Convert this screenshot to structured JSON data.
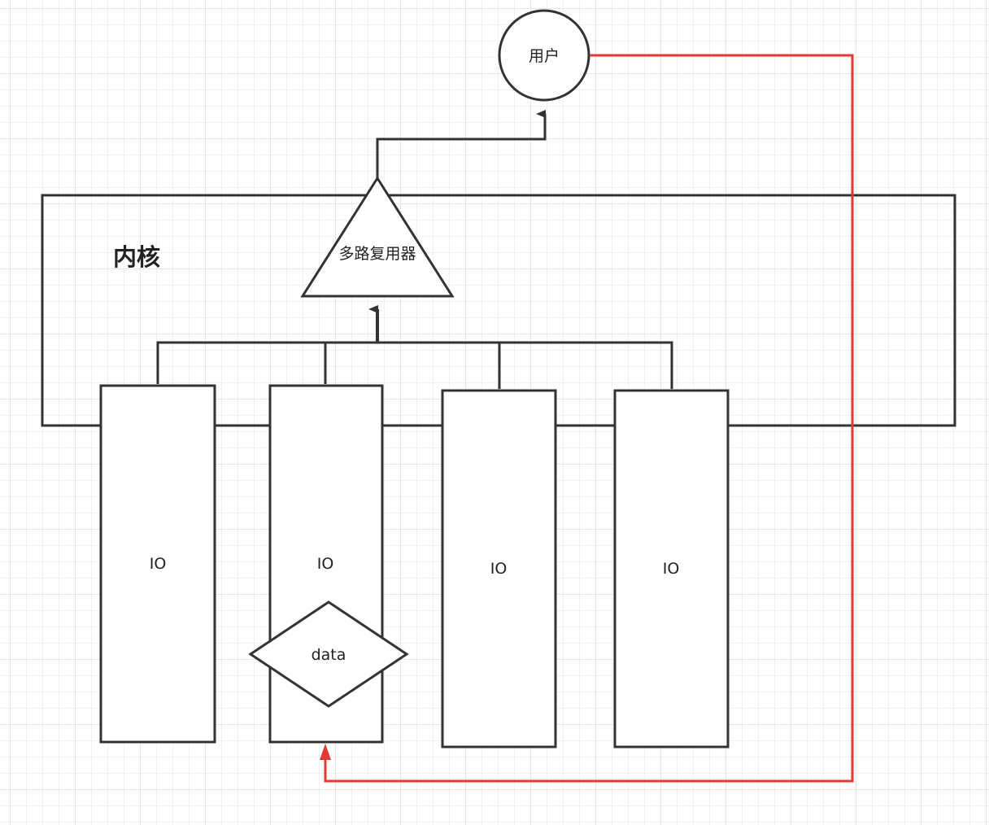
{
  "nodes": {
    "user": "用户",
    "kernel": "内核",
    "multiplexer": "多路复用器",
    "io_1": "IO",
    "io_2": "IO",
    "io_3": "IO",
    "io_4": "IO",
    "data": "data"
  },
  "colors": {
    "stroke": "#333333",
    "return_path": "#e53935",
    "background": "#ffffff",
    "grid": "#e6e6e6"
  }
}
